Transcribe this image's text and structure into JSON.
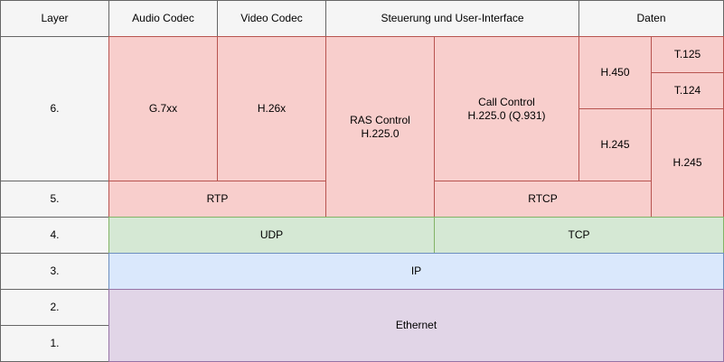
{
  "header": {
    "layer": "Layer",
    "audio": "Audio Codec",
    "video": "Video Codec",
    "control": "Steuerung und User-Interface",
    "data": "Daten"
  },
  "layers": {
    "l6": "6.",
    "l5": "5.",
    "l4": "4.",
    "l3": "3.",
    "l2": "2.",
    "l1": "1."
  },
  "protocols": {
    "g7xx": "G.7xx",
    "h26x": "H.26x",
    "ras": "RAS Control\nH.225.0",
    "call": "Call Control\nH.225.0 (Q.931)",
    "h450": "H.450",
    "t125": "T.125",
    "t124": "T.124",
    "h245_left": "H.245",
    "h245_right": "H.245",
    "rtp": "RTP",
    "rtcp": "RTCP",
    "udp": "UDP",
    "tcp": "TCP",
    "ip": "IP",
    "ethernet": "Ethernet"
  },
  "colors": {
    "header_fill": "#f5f5f5",
    "application_fill": "#f8cecc",
    "application_border": "#b85450",
    "transport_fill": "#d5e8d4",
    "transport_border": "#82b366",
    "network_fill": "#dae8fc",
    "network_border": "#6c8ebf",
    "link_fill": "#e1d5e7",
    "link_border": "#9673a6"
  }
}
